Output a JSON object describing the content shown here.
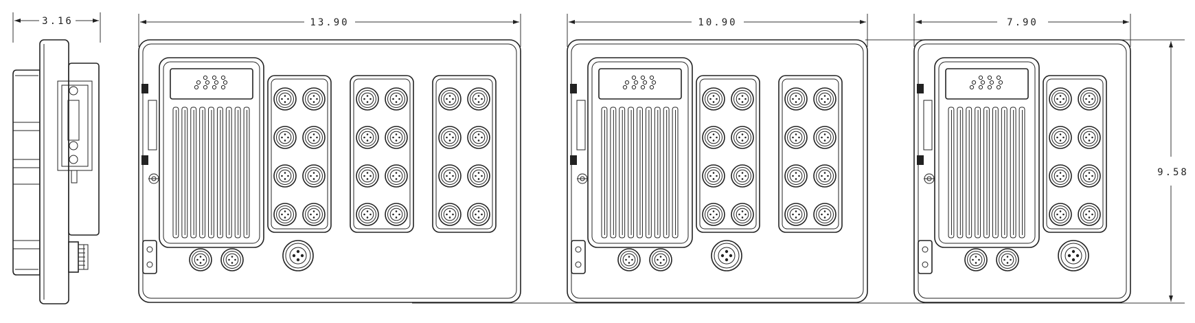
{
  "dimensions": {
    "side_depth": "3.16",
    "large_width": "13.90",
    "medium_width": "10.90",
    "small_width": "7.90",
    "height": "9.58"
  },
  "colors": {
    "line": "#222222",
    "background": "#ffffff"
  },
  "views": {
    "side": {
      "name": "side-profile-view"
    },
    "large": {
      "name": "large-enclosure-front-view",
      "connector_blocks": 3
    },
    "medium": {
      "name": "medium-enclosure-front-view",
      "connector_blocks": 2
    },
    "small": {
      "name": "small-enclosure-front-view",
      "connector_blocks": 1
    }
  }
}
